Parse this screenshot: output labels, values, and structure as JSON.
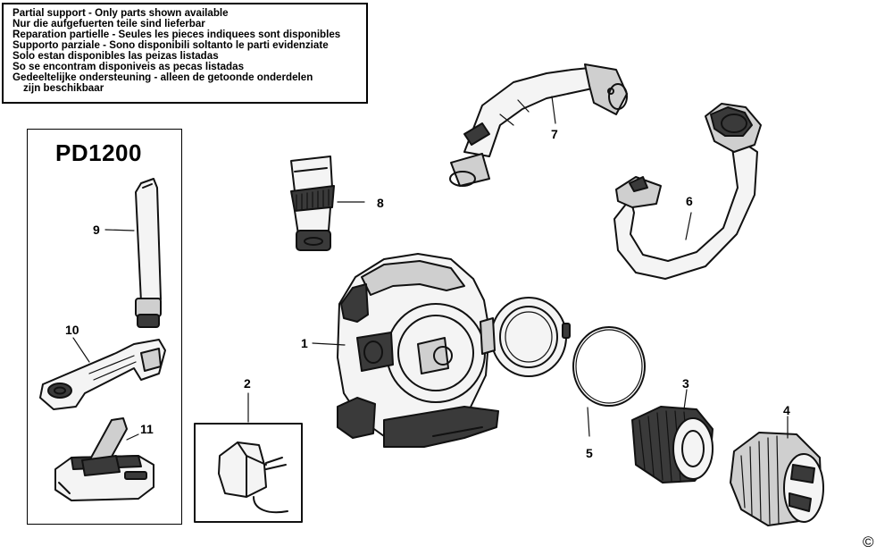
{
  "notice": {
    "lines": [
      "Partial support - Only parts shown available",
      "Nur die aufgefuerten teile sind lieferbar",
      "Reparation partielle - Seules les pieces indiquees sont disponibles",
      "Supporto parziale - Sono disponibili soltanto le parti evidenziate",
      "Solo estan disponibles las peizas listadas",
      "So se encontram disponiveis as pecas listadas",
      "Gedeeltelijke ondersteuning - alleen de getoonde onderdelen",
      "zijn beschikbaar"
    ]
  },
  "model": "PD1200",
  "parts": {
    "p1": "1",
    "p2": "2",
    "p3": "3",
    "p4": "4",
    "p5": "5",
    "p6": "6",
    "p7": "7",
    "p8": "8",
    "p9": "9",
    "p10": "10",
    "p11": "11"
  },
  "copyright": "©"
}
